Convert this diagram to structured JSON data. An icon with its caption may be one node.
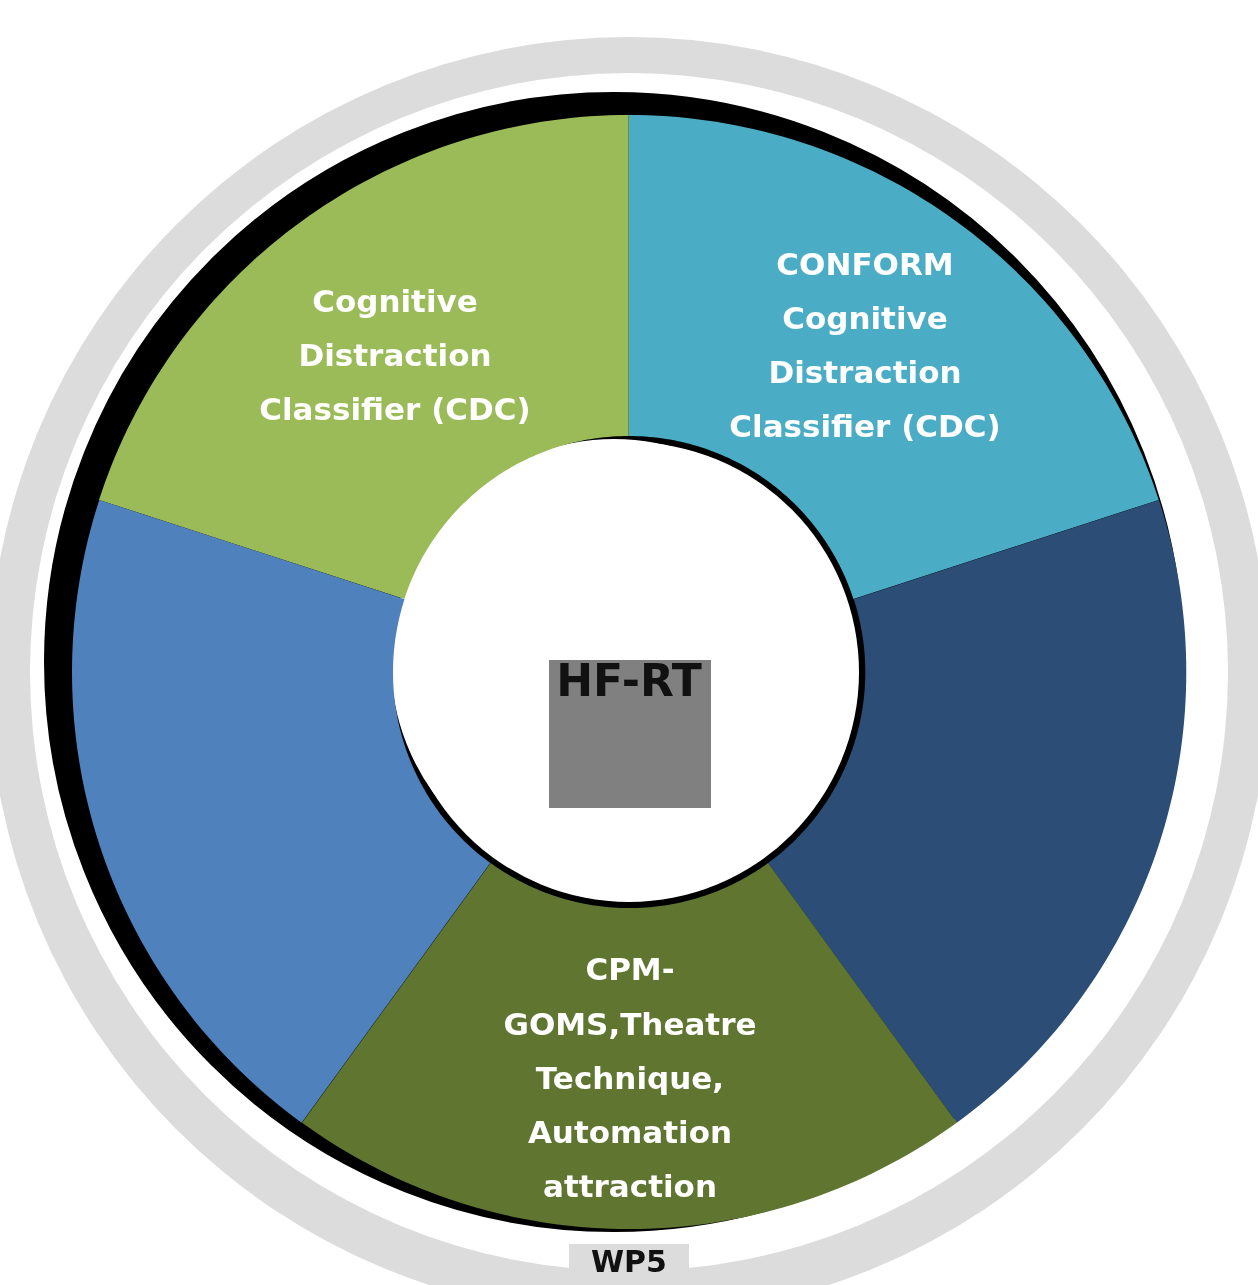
{
  "diagram": {
    "nodes": [
      {
        "text": [
          "Cognitive Distraction Classifier (CDC)"
        ]
      },
      {
        "text": [
          "CONFORM Cognitive Distraction Classifier (CDC)"
        ]
      },
      {
        "text": [],
        "shape": "wedge"
      },
      {
        "text": [],
        "shape": "wedge"
      },
      {
        "text": [
          "CPM-GOMS,Theatre Technique, Automation attraction"
        ]
      },
      {
        "text": [
          "HF-RT"
        ]
      }
    ],
    "labels": [
      "WP5"
    ]
  }
}
